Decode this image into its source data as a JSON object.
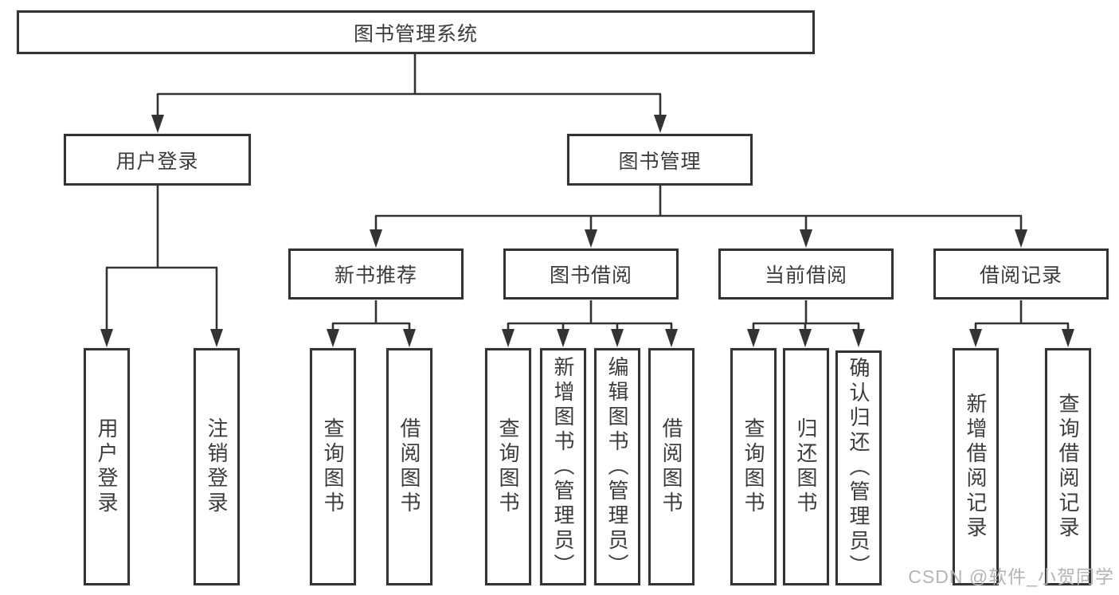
{
  "diagram_title": "图书管理系统",
  "tree": {
    "label": "图书管理系统",
    "children": [
      {
        "label": "用户登录",
        "children": [
          {
            "label": "用户登录"
          },
          {
            "label": "注销登录"
          }
        ]
      },
      {
        "label": "图书管理",
        "children": [
          {
            "label": "新书推荐",
            "children": [
              {
                "label": "查询图书"
              },
              {
                "label": "借阅图书"
              }
            ]
          },
          {
            "label": "图书借阅",
            "children": [
              {
                "label": "查询图书"
              },
              {
                "label": "新增图书（管理员）"
              },
              {
                "label": "编辑图书（管理员）"
              },
              {
                "label": "借阅图书"
              }
            ]
          },
          {
            "label": "当前借阅",
            "children": [
              {
                "label": "查询图书"
              },
              {
                "label": "归还图书"
              },
              {
                "label": "确认归还（管理员）"
              }
            ]
          },
          {
            "label": "借阅记录",
            "children": [
              {
                "label": "新增借阅记录"
              },
              {
                "label": "查询借阅记录"
              }
            ]
          }
        ]
      }
    ]
  },
  "watermark": {
    "text": "CSDN @软件_小贺同学"
  },
  "colors": {
    "line": "#333333",
    "text": "#3c3c3c",
    "watermark": "#b4b4b4",
    "background": "#ffffff"
  }
}
